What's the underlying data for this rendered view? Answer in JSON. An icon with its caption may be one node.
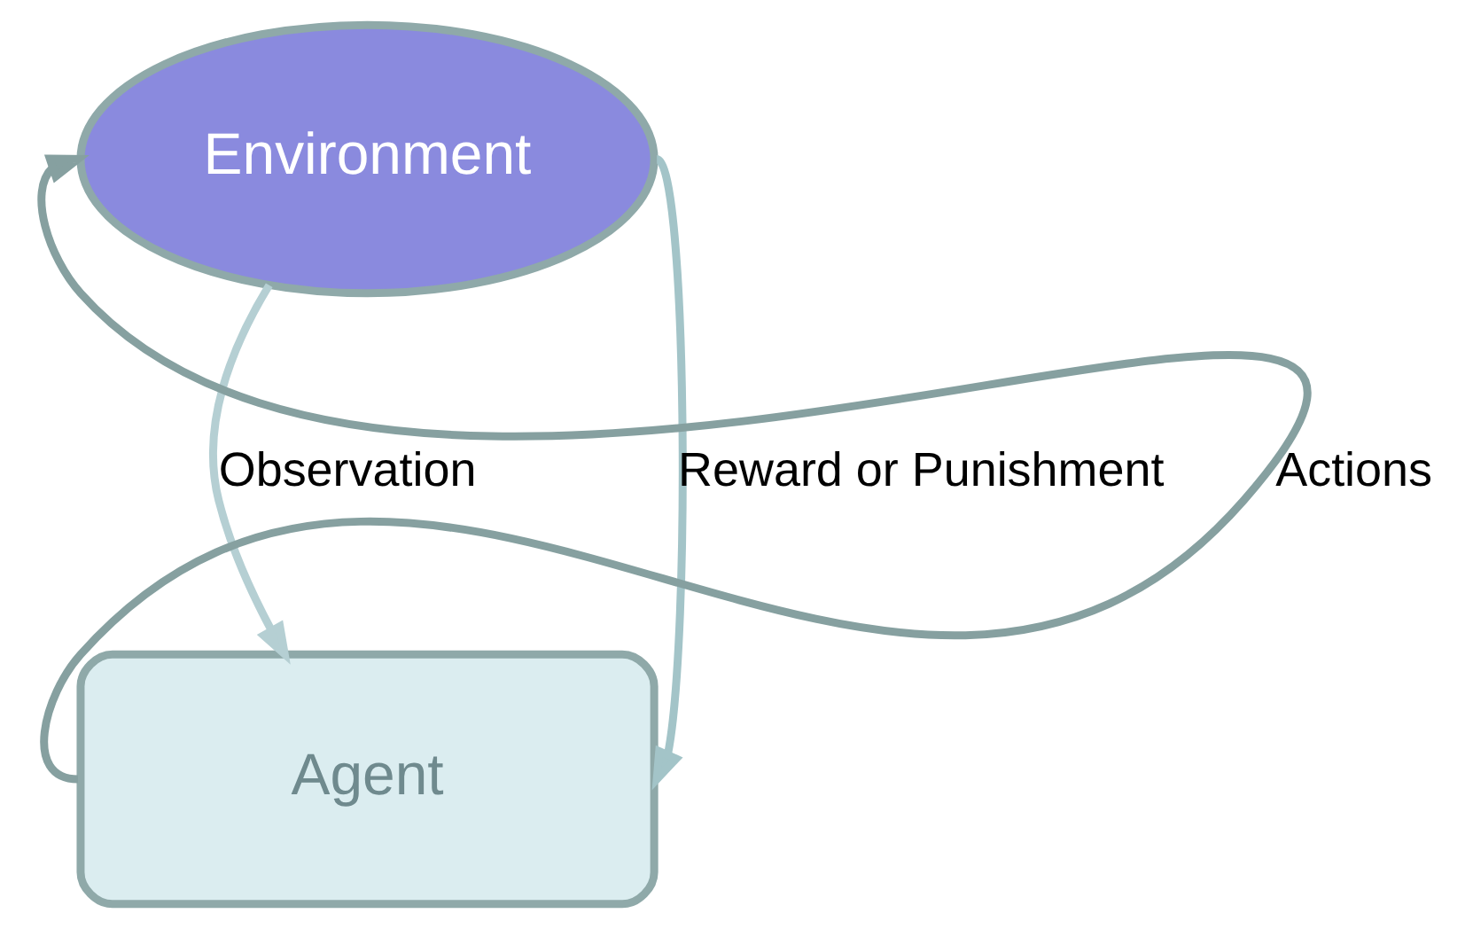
{
  "diagram": {
    "nodes": [
      {
        "text": [
          "Environment"
        ]
      },
      {
        "text": [
          "Agent"
        ]
      }
    ],
    "edges": [
      {
        "from": 1,
        "to": 0,
        "arrow": "to",
        "label": "Actions",
        "color": "#86a0a0"
      },
      {
        "from": 0,
        "to": 1,
        "arrow": "to",
        "label": "Observation",
        "color": "#b5cfd3"
      },
      {
        "from": 0,
        "to": 1,
        "arrow": "to",
        "label": "Reward or Punishment",
        "color": "#a3c4c8"
      }
    ]
  }
}
